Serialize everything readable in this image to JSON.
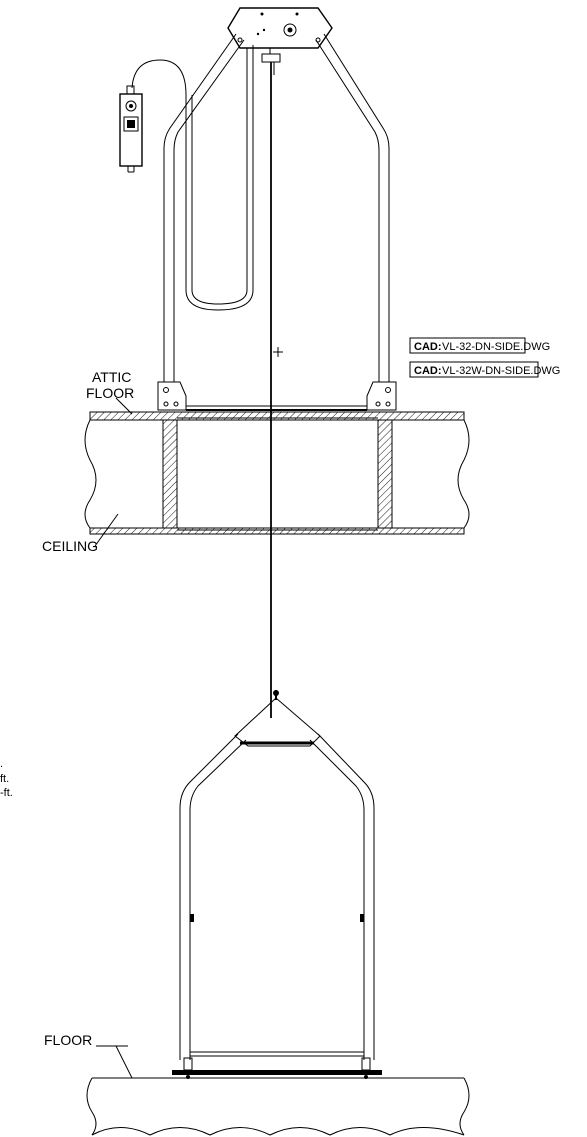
{
  "labels": {
    "attic_line1": "ATTIC",
    "attic_line2": "FLOOR",
    "ceiling": "CEILING",
    "floor": "FLOOR"
  },
  "cad_refs": [
    {
      "key": "CAD:",
      "value": "VL-32-DN-SIDE.DWG"
    },
    {
      "key": "CAD:",
      "value": "VL-32W-DN-SIDE.DWG"
    }
  ],
  "cut_off_notes": [
    ".",
    "ft.",
    "-ft."
  ]
}
